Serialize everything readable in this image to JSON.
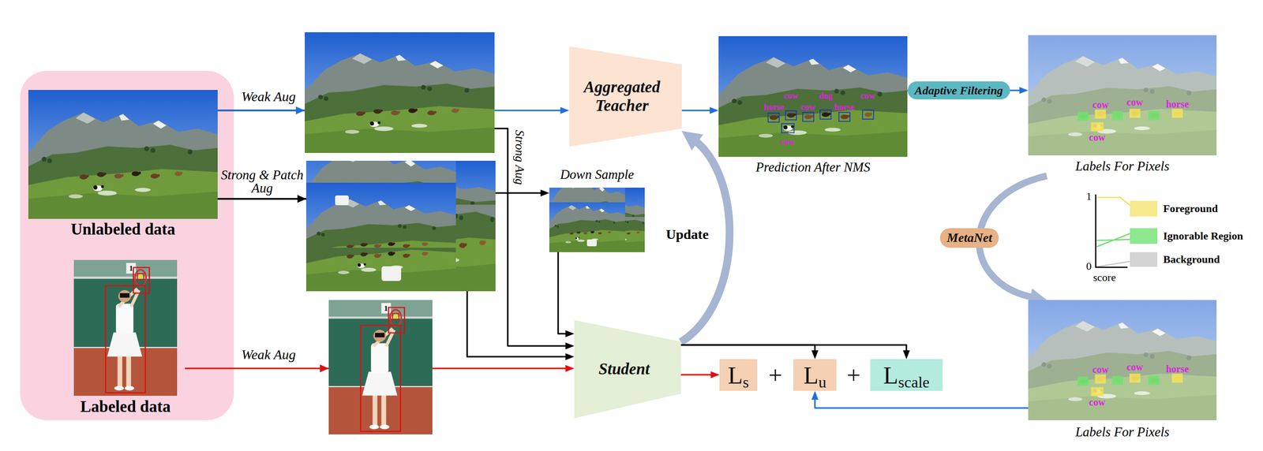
{
  "diagram": {
    "nodes": [
      {
        "text": [
          "Unlabeled data"
        ]
      },
      {
        "text": [
          "Labeled data"
        ]
      },
      {
        "text": [
          "Aggregated Teacher"
        ]
      },
      {
        "text": [
          "Student"
        ]
      },
      {
        "text": [
          "Prediction After NMS"
        ]
      },
      {
        "text": [
          "Labels For Pixels"
        ]
      },
      {
        "text": [
          "Labels For Pixels"
        ]
      },
      {
        "text": [
          "Down Sample"
        ]
      },
      {
        "text": [
          "L",
          "s"
        ]
      },
      {
        "text": [
          "L",
          "u"
        ]
      },
      {
        "text": [
          "L",
          "scale"
        ]
      }
    ],
    "edges": [
      {
        "from": 0,
        "to": 3,
        "arrow": "to",
        "label": "Strong Aug"
      },
      {
        "from": 0,
        "to": 3,
        "arrow": "to",
        "label": "Strong & Patch Aug"
      },
      {
        "from": 0,
        "to": 7,
        "arrow": "to"
      },
      {
        "from": 7,
        "to": 3,
        "arrow": "to"
      },
      {
        "from": 0,
        "to": 2,
        "arrow": "to",
        "label": "Weak Aug"
      },
      {
        "from": 1,
        "to": 3,
        "arrow": "to",
        "label": "Weak Aug"
      },
      {
        "from": 2,
        "to": 4,
        "arrow": "to"
      },
      {
        "from": 4,
        "to": 5,
        "arrow": "to",
        "label": "Adaptive Filtering"
      },
      {
        "from": 5,
        "to": 6,
        "arrow": "to",
        "label": "MetaNet"
      },
      {
        "from": 3,
        "to": 2,
        "arrow": "to",
        "label": "Update"
      },
      {
        "from": 3,
        "to": 8,
        "arrow": "to"
      },
      {
        "from": 3,
        "to": 9,
        "arrow": "to"
      },
      {
        "from": 3,
        "to": 10,
        "arrow": "to"
      },
      {
        "from": 6,
        "to": 9,
        "arrow": "to"
      }
    ],
    "labels": [
      "+",
      "+",
      "1",
      "0",
      "score",
      "horse",
      "cow",
      "cow",
      "dog",
      "horse",
      "cow",
      "cow",
      "cow",
      "cow",
      "cow",
      "horse",
      "cow",
      "cow",
      "cow",
      "horse",
      "1",
      "1"
    ],
    "legend": [
      {
        "text": "Foreground",
        "color": "#f7e98e"
      },
      {
        "text": "Ignorable Region",
        "color": "#8ee88e"
      },
      {
        "text": "Background",
        "color": "#d4d4d4"
      }
    ]
  }
}
